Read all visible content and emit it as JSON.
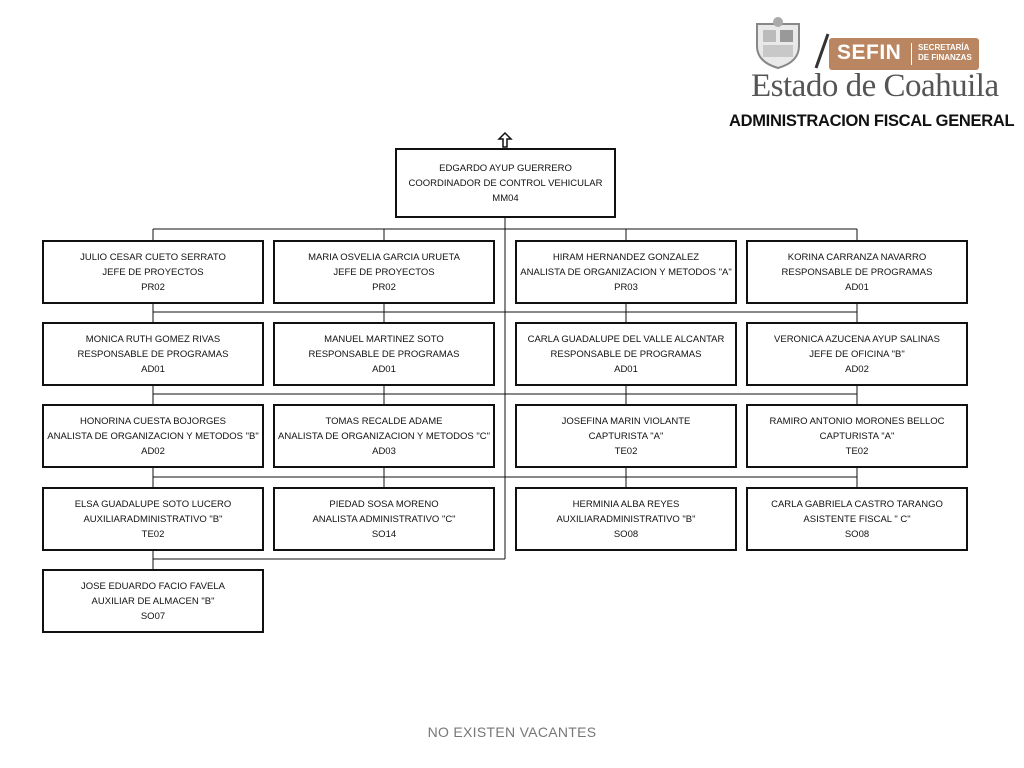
{
  "header": {
    "agency_brand": "SEFIN",
    "agency_sub_line1": "SECRETARÍA",
    "agency_sub_line2": "DE FINANZAS",
    "state_name": "Estado de Coahuila",
    "department": "ADMINISTRACION FISCAL GENERAL",
    "brand_color": "#b98661"
  },
  "head": {
    "name": "EDGARDO AYUP GUERRERO",
    "title": "COORDINADOR DE CONTROL VEHICULAR",
    "code": "MM04"
  },
  "columns": [
    [
      {
        "name": "JULIO CESAR CUETO SERRATO",
        "title": "JEFE DE PROYECTOS",
        "code": "PR02"
      },
      {
        "name": "MONICA RUTH GOMEZ RIVAS",
        "title": "RESPONSABLE DE PROGRAMAS",
        "code": "AD01"
      },
      {
        "name": "HONORINA CUESTA BOJORGES",
        "title": "ANALISTA DE ORGANIZACION Y METODOS \"B\"",
        "code": "AD02"
      },
      {
        "name": "ELSA GUADALUPE SOTO LUCERO",
        "title": "AUXILIARADMINISTRATIVO \"B\"",
        "code": "TE02"
      },
      {
        "name": "JOSE EDUARDO FACIO FAVELA",
        "title": "AUXILIAR DE ALMACEN \"B\"",
        "code": "SO07"
      }
    ],
    [
      {
        "name": "MARIA OSVELIA GARCIA URUETA",
        "title": "JEFE DE PROYECTOS",
        "code": "PR02"
      },
      {
        "name": "MANUEL MARTINEZ SOTO",
        "title": "RESPONSABLE DE PROGRAMAS",
        "code": "AD01"
      },
      {
        "name": "TOMAS RECALDE ADAME",
        "title": "ANALISTA DE ORGANIZACION Y METODOS \"C\"",
        "code": "AD03"
      },
      {
        "name": "PIEDAD SOSA MORENO",
        "title": "ANALISTA ADMINISTRATIVO \"C\"",
        "code": "SO14"
      }
    ],
    [
      {
        "name": "HIRAM HERNANDEZ GONZALEZ",
        "title": "ANALISTA DE ORGANIZACION Y METODOS \"A\"",
        "code": "PR03"
      },
      {
        "name": "CARLA GUADALUPE DEL VALLE ALCANTAR",
        "title": "RESPONSABLE DE PROGRAMAS",
        "code": "AD01"
      },
      {
        "name": "JOSEFINA MARIN VIOLANTE",
        "title": "CAPTURISTA \"A\"",
        "code": "TE02"
      },
      {
        "name": "HERMINIA ALBA REYES",
        "title": "AUXILIARADMINISTRATIVO \"B\"",
        "code": "SO08"
      }
    ],
    [
      {
        "name": "KORINA CARRANZA NAVARRO",
        "title": "RESPONSABLE DE PROGRAMAS",
        "code": "AD01"
      },
      {
        "name": "VERONICA AZUCENA AYUP SALINAS",
        "title": "JEFE DE OFICINA \"B\"",
        "code": "AD02"
      },
      {
        "name": "RAMIRO ANTONIO MORONES BELLOC",
        "title": "CAPTURISTA \"A\"",
        "code": "TE02"
      },
      {
        "name": "CARLA GABRIELA CASTRO TARANGO",
        "title": "ASISTENTE FISCAL \" C\"",
        "code": "SO08"
      }
    ]
  ],
  "footer_text": "NO EXISTEN VACANTES"
}
